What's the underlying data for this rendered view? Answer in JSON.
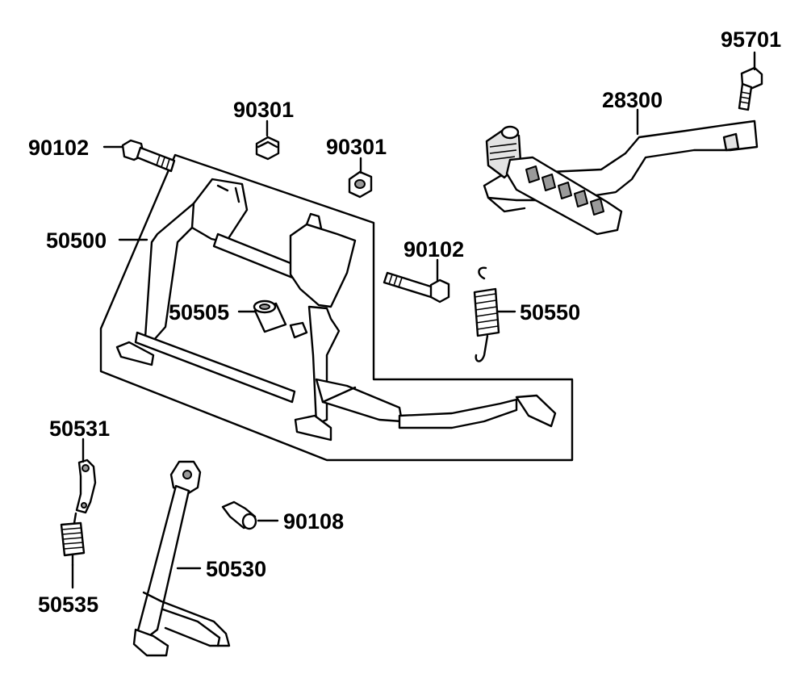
{
  "diagram": {
    "parts": [
      {
        "id": "p95701",
        "number": "95701"
      },
      {
        "id": "p28300",
        "number": "28300"
      },
      {
        "id": "p90301a",
        "number": "90301"
      },
      {
        "id": "p90301b",
        "number": "90301"
      },
      {
        "id": "p90102a",
        "number": "90102"
      },
      {
        "id": "p50500",
        "number": "50500"
      },
      {
        "id": "p90102b",
        "number": "90102"
      },
      {
        "id": "p50505",
        "number": "50505"
      },
      {
        "id": "p50550",
        "number": "50550"
      },
      {
        "id": "p50531",
        "number": "50531"
      },
      {
        "id": "p90108",
        "number": "90108"
      },
      {
        "id": "p50530",
        "number": "50530"
      },
      {
        "id": "p50535",
        "number": "50535"
      }
    ]
  }
}
